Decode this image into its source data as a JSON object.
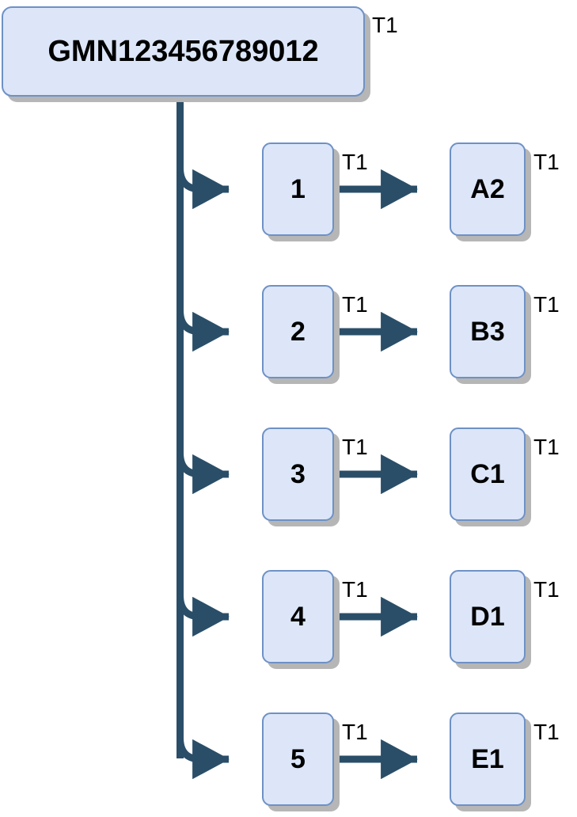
{
  "diagram": {
    "type": "tree-hierarchy",
    "colors": {
      "node_fill": "#dce6f8",
      "node_border": "#6e91c6",
      "edge": "#2a4e68",
      "shadow": "#b6b6b6",
      "text": "#000000",
      "background": "#ffffff"
    },
    "root": {
      "label": "GMN123456789012",
      "tag": "T1"
    },
    "rows": [
      {
        "mid_label": "1",
        "mid_tag": "T1",
        "edge_tag": "T1",
        "leaf_label": "A2",
        "leaf_tag": "T1"
      },
      {
        "mid_label": "2",
        "mid_tag": "T1",
        "edge_tag": "T1",
        "leaf_label": "B3",
        "leaf_tag": "T1"
      },
      {
        "mid_label": "3",
        "mid_tag": "T1",
        "edge_tag": "T1",
        "leaf_label": "C1",
        "leaf_tag": "T1"
      },
      {
        "mid_label": "4",
        "mid_tag": "T1",
        "edge_tag": "T1",
        "leaf_label": "D1",
        "leaf_tag": "T1"
      },
      {
        "mid_label": "5",
        "mid_tag": "T1",
        "edge_tag": "T1",
        "leaf_label": "E1",
        "leaf_tag": "T1"
      }
    ]
  }
}
